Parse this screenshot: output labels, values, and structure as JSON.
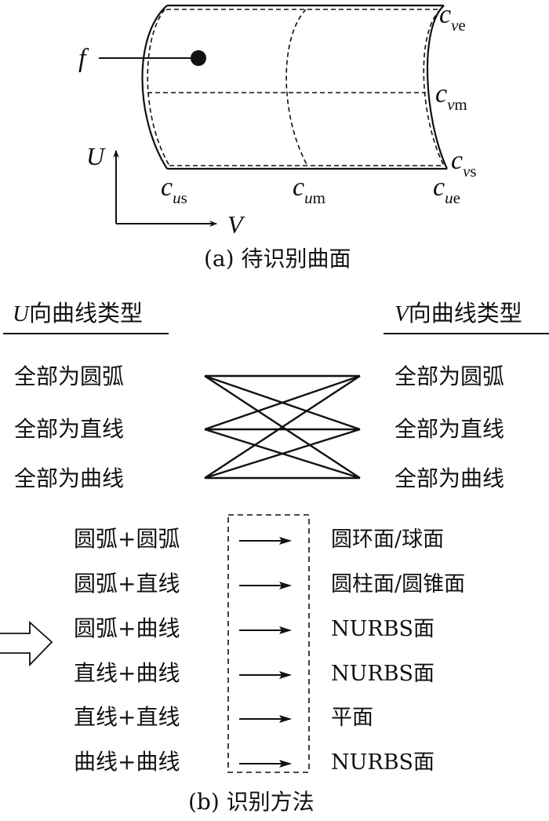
{
  "part_a": {
    "point_label": "f",
    "corner_labels": {
      "cve": {
        "base": "c",
        "sub_italic": "v",
        "sub": "e"
      },
      "cvm": {
        "base": "c",
        "sub_italic": "v",
        "sub": "m"
      },
      "cvs": {
        "base": "c",
        "sub_italic": "v",
        "sub": "s"
      },
      "cus": {
        "base": "c",
        "sub_italic": "u",
        "sub": "s"
      },
      "cum": {
        "base": "c",
        "sub_italic": "u",
        "sub": "m"
      },
      "cue": {
        "base": "c",
        "sub_italic": "u",
        "sub": "e"
      }
    },
    "axis_u": "U",
    "axis_v": "V",
    "caption": "(a) 待识别曲面"
  },
  "part_b": {
    "left_header": {
      "axis": "U",
      "text": "向曲线类型"
    },
    "right_header": {
      "axis": "V",
      "text": "向曲线类型"
    },
    "left_types": [
      "全部为圆弧",
      "全部为直线",
      "全部为曲线"
    ],
    "right_types": [
      "全部为圆弧",
      "全部为直线",
      "全部为曲线"
    ],
    "combinations": [
      {
        "pair": "圆弧+圆弧",
        "result": "圆环面/球面"
      },
      {
        "pair": "圆弧+直线",
        "result": "圆柱面/圆锥面"
      },
      {
        "pair": "圆弧+曲线",
        "result": "NURBS面"
      },
      {
        "pair": "直线+曲线",
        "result": "NURBS面"
      },
      {
        "pair": "直线+直线",
        "result": "平面"
      },
      {
        "pair": "曲线+曲线",
        "result": "NURBS面"
      }
    ],
    "caption": "(b) 识别方法"
  }
}
